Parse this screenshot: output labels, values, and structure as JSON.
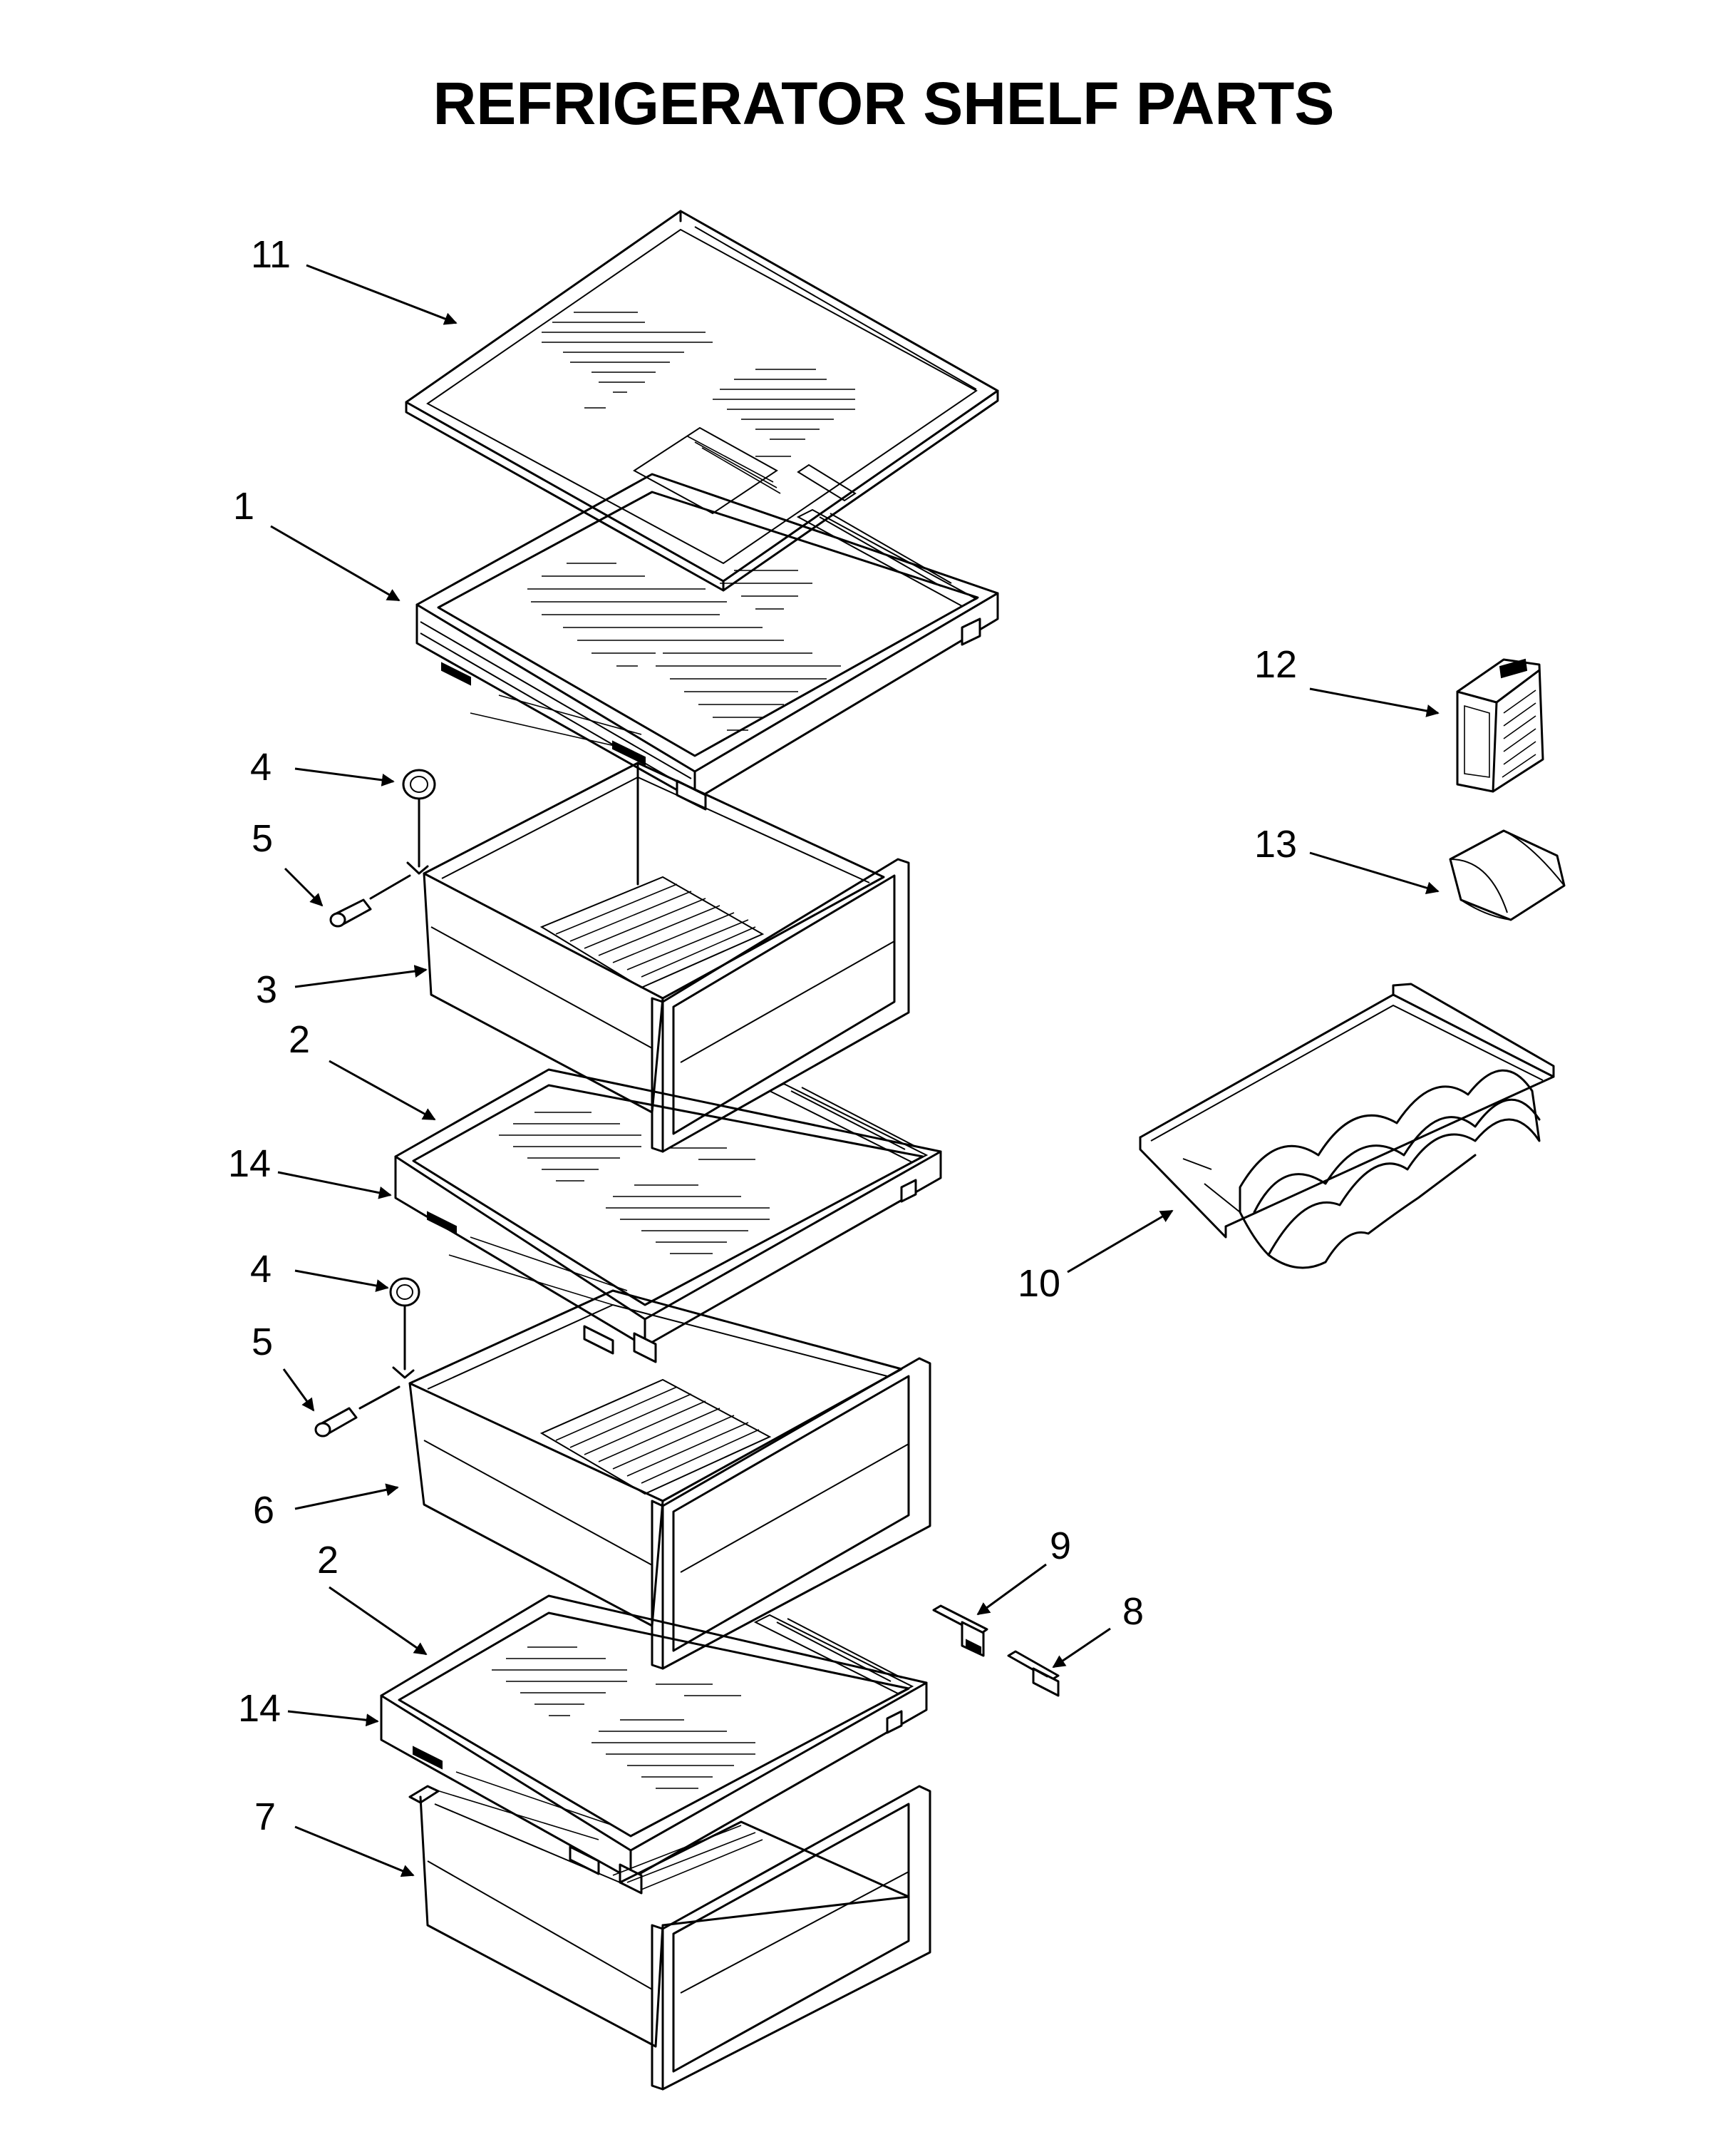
{
  "title": "REFRIGERATOR SHELF PARTS",
  "callouts": [
    {
      "id": "11",
      "text": "11",
      "part": "glass-shelf-top"
    },
    {
      "id": "1",
      "text": "1",
      "part": "shelf-assembly"
    },
    {
      "id": "12",
      "text": "12",
      "part": "humidity-control"
    },
    {
      "id": "13",
      "text": "13",
      "part": "humidity-membrane"
    },
    {
      "id": "4a",
      "text": "4",
      "part": "roller"
    },
    {
      "id": "5a",
      "text": "5",
      "part": "axle"
    },
    {
      "id": "3",
      "text": "3",
      "part": "crisper-drawer-upper"
    },
    {
      "id": "2a",
      "text": "2",
      "part": "crisper-cover-upper"
    },
    {
      "id": "14a",
      "text": "14",
      "part": "cover-trim-upper"
    },
    {
      "id": "10",
      "text": "10",
      "part": "wine-rack"
    },
    {
      "id": "4b",
      "text": "4",
      "part": "roller"
    },
    {
      "id": "5b",
      "text": "5",
      "part": "axle"
    },
    {
      "id": "6",
      "text": "6",
      "part": "crisper-drawer-middle"
    },
    {
      "id": "9",
      "text": "9",
      "part": "slide-bracket"
    },
    {
      "id": "8",
      "text": "8",
      "part": "slide-rail"
    },
    {
      "id": "2b",
      "text": "2",
      "part": "crisper-cover-lower"
    },
    {
      "id": "14b",
      "text": "14",
      "part": "cover-trim-lower"
    },
    {
      "id": "7",
      "text": "7",
      "part": "crisper-drawer-lower"
    }
  ]
}
